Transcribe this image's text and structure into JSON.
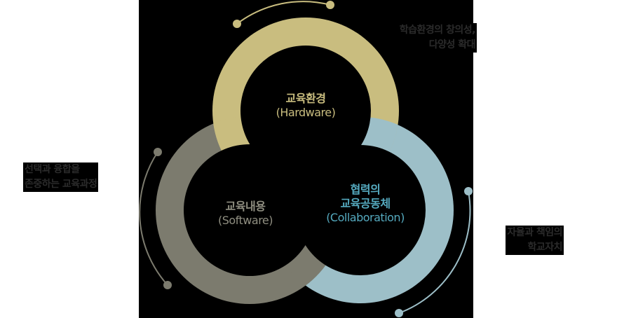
{
  "colors": {
    "background": "#ffffff",
    "panel": "#000000",
    "hardware": "#c9bd7f",
    "software": "#7c7b6e",
    "collaboration": "#9dbfc8",
    "hardware_text": "#c9bd7f",
    "software_text": "#8f8e80",
    "collaboration_text": "#55aabf",
    "note_text": "#2b2b2b"
  },
  "circles": [
    {
      "id": "hardware",
      "title_ko": "교육환경",
      "title_en": "(Hardware)",
      "note_lines": [
        "학습환경의 창의성,",
        "다양성 확대"
      ],
      "icon": "ring-icon"
    },
    {
      "id": "software",
      "title_ko": "교육내용",
      "title_en": "(Software)",
      "note_lines": [
        "선택과 융합을",
        "존중하는 교육과정"
      ],
      "icon": "ring-icon"
    },
    {
      "id": "collaboration",
      "title_ko_line1": "협력의",
      "title_ko_line2": "교육공동체",
      "title_en": "(Collaboration)",
      "note_lines": [
        "자율과 책임의",
        "학교자치"
      ],
      "icon": "ring-icon"
    }
  ]
}
